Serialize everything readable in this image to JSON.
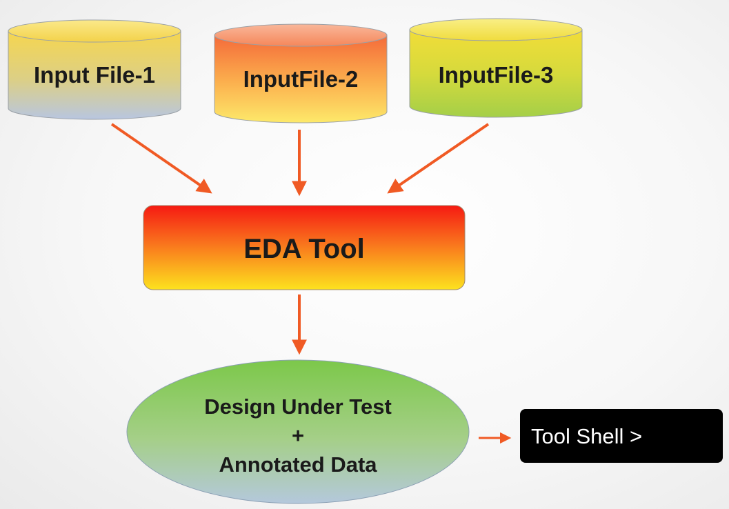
{
  "inputs": [
    {
      "label": "Input File-1"
    },
    {
      "label": "InputFile-2"
    },
    {
      "label": "InputFile-3"
    }
  ],
  "tool": {
    "label": "EDA Tool"
  },
  "output": {
    "line1": "Design Under Test",
    "line2": "+",
    "line3": "Annotated Data"
  },
  "shell": {
    "label": "Tool Shell >"
  },
  "colors": {
    "arrow": "#f05a24",
    "shell_bg": "#000000",
    "shell_text": "#ffffff"
  }
}
